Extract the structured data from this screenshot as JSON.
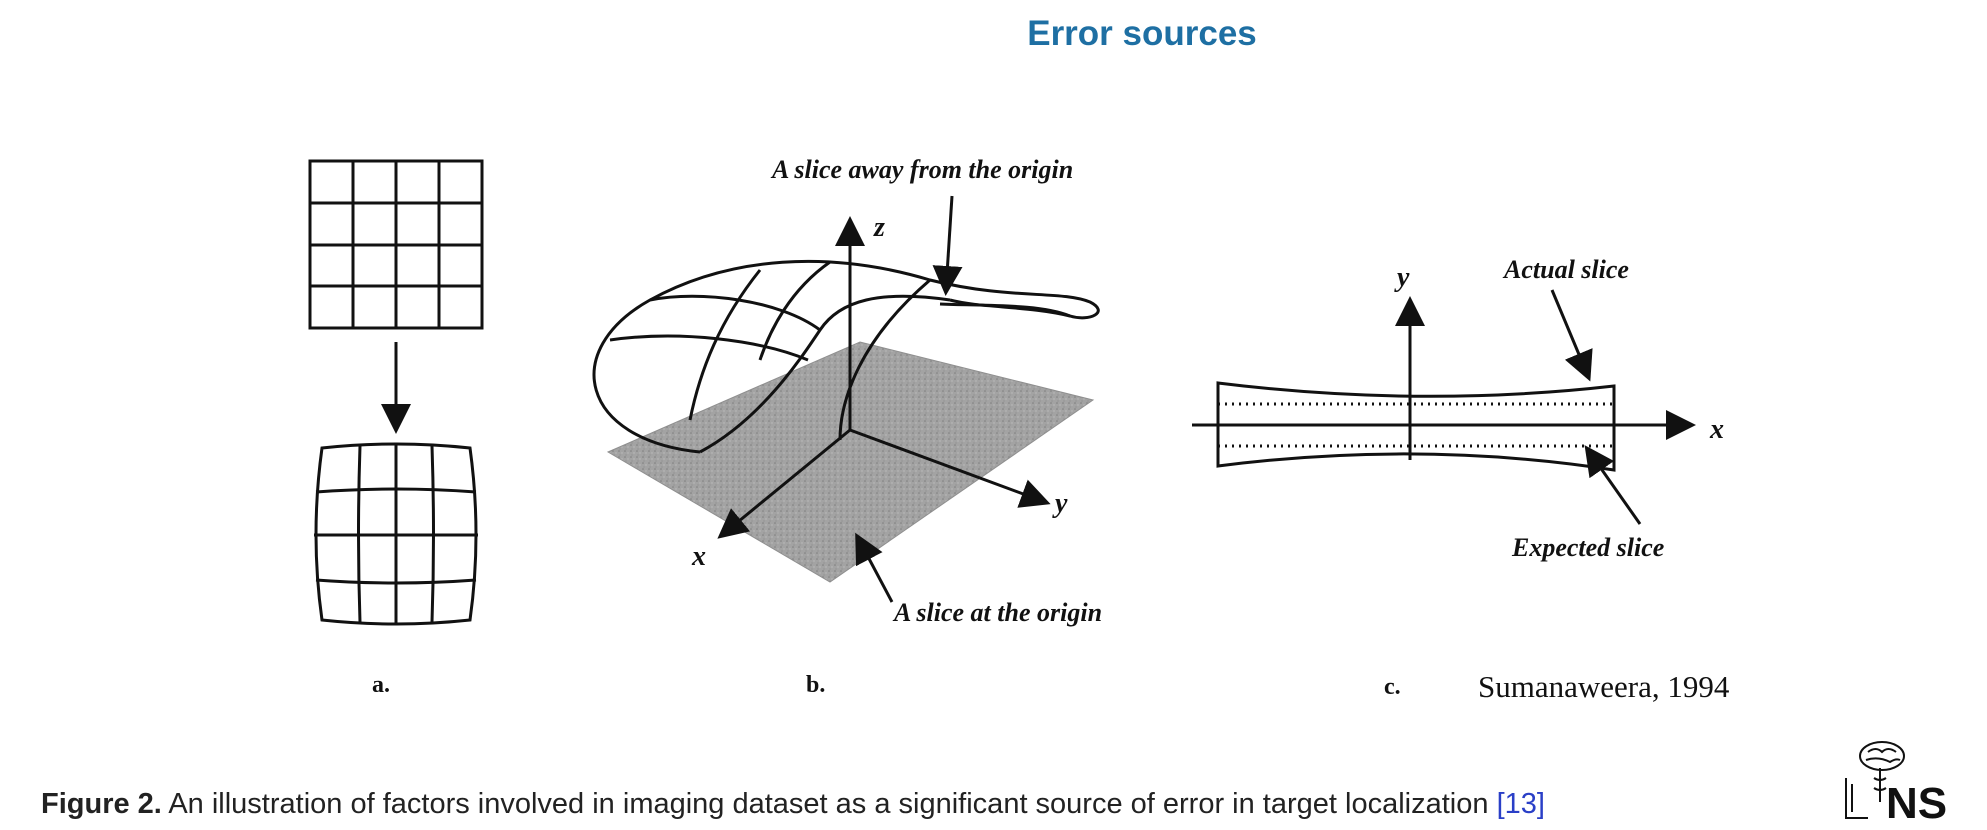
{
  "slide": {
    "title": "Error sources"
  },
  "figure": {
    "panel_a": {
      "label": "a."
    },
    "panel_b": {
      "label": "b.",
      "callout_top": "A slice away from the origin",
      "callout_bottom": "A slice at the origin",
      "axis_z": "z",
      "axis_y": "y",
      "axis_x": "x"
    },
    "panel_c": {
      "label": "c.",
      "callout_actual": "Actual slice",
      "callout_expected": "Expected slice",
      "axis_y": "y",
      "axis_x": "x"
    },
    "citation": "Sumanaweera, 1994"
  },
  "caption": {
    "prefix": "Figure 2.",
    "text": " An illustration of factors involved in imaging dataset as a significant source of error in target localization ",
    "reference": "[13]"
  },
  "logo": {
    "text": "NS",
    "icon": "brain-logo-icon"
  },
  "colors": {
    "title": "#1e6fa3",
    "reference_link": "#2a3fc7",
    "ink": "#111111",
    "plane_gray": "#9a9a9a"
  }
}
